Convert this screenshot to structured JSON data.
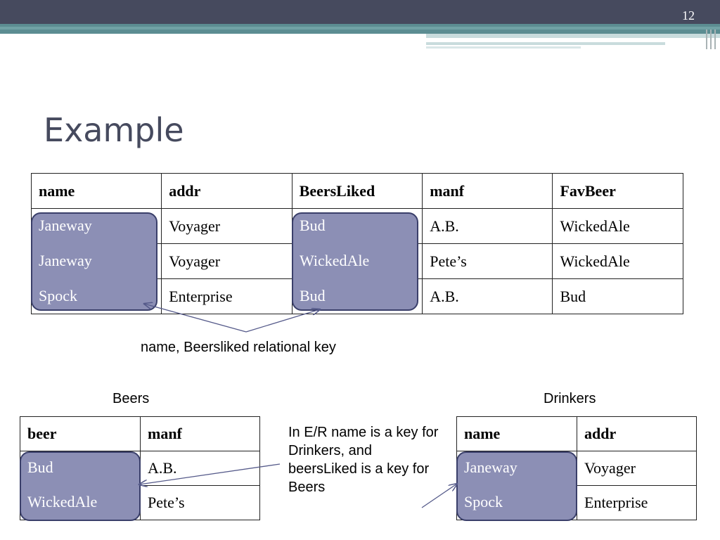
{
  "slide": {
    "number": "12",
    "title": "Example"
  },
  "main_table": {
    "headers": [
      "name",
      "addr",
      "BeersLiked",
      "manf",
      "FavBeer"
    ],
    "rows": [
      [
        "Janeway",
        "Voyager",
        "Bud",
        "A.B.",
        "WickedAle"
      ],
      [
        "Janeway",
        "Voyager",
        "WickedAle",
        "Pete’s",
        "WickedAle"
      ],
      [
        "Spock",
        "Enterprise",
        "Bud",
        "A.B.",
        "Bud"
      ]
    ]
  },
  "key_label": "name, Beersliked relational key",
  "beers": {
    "caption": "Beers",
    "headers": [
      "beer",
      "manf"
    ],
    "rows": [
      [
        "Bud",
        "A.B."
      ],
      [
        "WickedAle",
        "Pete’s"
      ]
    ]
  },
  "drinkers": {
    "caption": "Drinkers",
    "headers": [
      "name",
      "addr"
    ],
    "rows": [
      [
        "Janeway",
        "Voyager"
      ],
      [
        "Spock",
        "Enterprise"
      ]
    ]
  },
  "note": "In E/R name is a key for Drinkers, and beersLiked is a key for Beers",
  "colors": {
    "header_bar": "#464a5e",
    "accent_teal": "#5c8d92",
    "highlight": "#8c8fb5",
    "highlight_border": "#3a3f6a"
  }
}
